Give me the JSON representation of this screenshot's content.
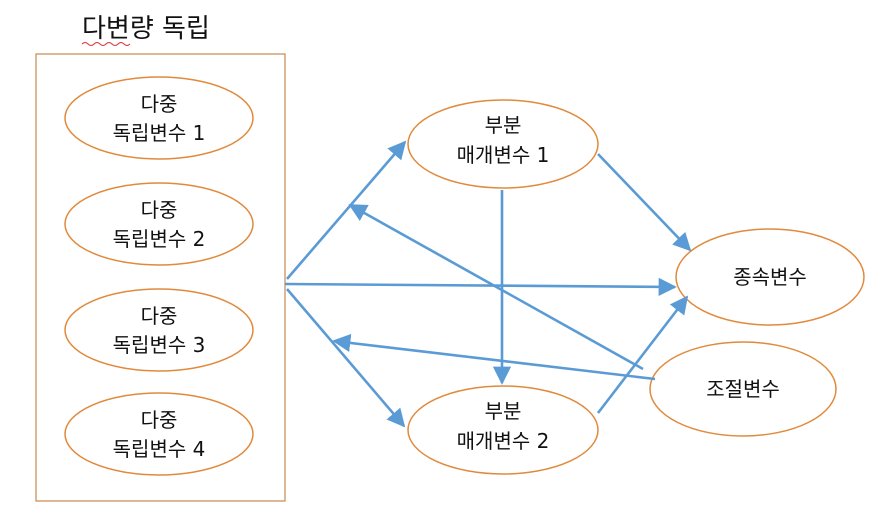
{
  "group": {
    "title": "다변량 독립"
  },
  "nodes": {
    "iv1": {
      "line1": "다중",
      "line2": "독립변수 1"
    },
    "iv2": {
      "line1": "다중",
      "line2": "독립변수 2"
    },
    "iv3": {
      "line1": "다중",
      "line2": "독립변수 3"
    },
    "iv4": {
      "line1": "다중",
      "line2": "독립변수 4"
    },
    "med1": {
      "line1": "부분",
      "line2": "매개변수 1"
    },
    "med2": {
      "line1": "부분",
      "line2": "매개변수 2"
    },
    "dv": {
      "line1": "종속변수"
    },
    "moderator": {
      "line1": "조절변수"
    }
  },
  "colors": {
    "ellipse_stroke": "#E08A3C",
    "box_stroke": "#C8894E",
    "arrow": "#5B9BD5",
    "squiggle": "#E03030"
  }
}
